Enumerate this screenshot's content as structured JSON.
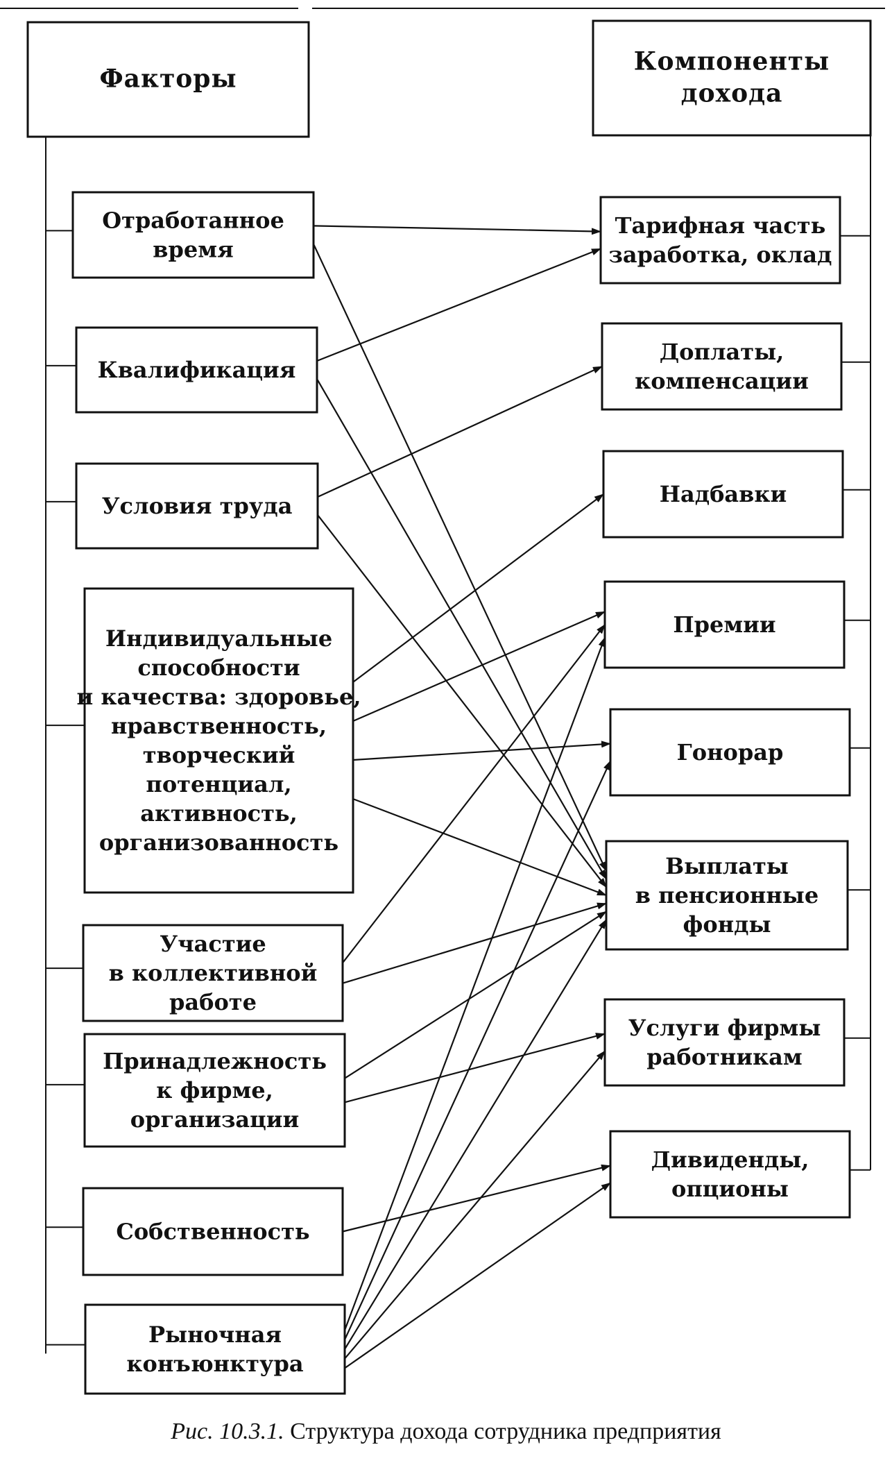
{
  "header_left": [
    "Факторы"
  ],
  "header_right": [
    "Компоненты",
    "дохода"
  ],
  "factors": [
    {
      "id": "f1",
      "lines": [
        "Отработанное",
        "время"
      ]
    },
    {
      "id": "f2",
      "lines": [
        "Квалификация"
      ]
    },
    {
      "id": "f3",
      "lines": [
        "Условия труда"
      ]
    },
    {
      "id": "f4",
      "lines": [
        "Индивидуальные",
        "способности",
        "и качества: здоровье,",
        "нравственность,",
        "творческий",
        "потенциал,",
        "активность,",
        "организованность"
      ]
    },
    {
      "id": "f5",
      "lines": [
        "Участие",
        "в коллективной",
        "работе"
      ]
    },
    {
      "id": "f6",
      "lines": [
        "Принадлежность",
        "к фирме,",
        "организации"
      ]
    },
    {
      "id": "f7",
      "lines": [
        "Собственность"
      ]
    },
    {
      "id": "f8",
      "lines": [
        "Рыночная",
        "конъюнктура"
      ]
    }
  ],
  "components": [
    {
      "id": "c1",
      "lines": [
        "Тарифная часть",
        "заработка, оклад"
      ]
    },
    {
      "id": "c2",
      "lines": [
        "Доплаты,",
        "компенсации"
      ]
    },
    {
      "id": "c3",
      "lines": [
        "Надбавки"
      ]
    },
    {
      "id": "c4",
      "lines": [
        "Премии"
      ]
    },
    {
      "id": "c5",
      "lines": [
        "Гонорар"
      ]
    },
    {
      "id": "c6",
      "lines": [
        "Выплаты",
        "в пенсионные",
        "фонды"
      ]
    },
    {
      "id": "c7",
      "lines": [
        "Услуги фирмы",
        "работникам"
      ]
    },
    {
      "id": "c8",
      "lines": [
        "Дивиденды,",
        "опционы"
      ]
    }
  ],
  "edges": [
    [
      "f1",
      "c1"
    ],
    [
      "f1",
      "c6"
    ],
    [
      "f2",
      "c1"
    ],
    [
      "f2",
      "c6"
    ],
    [
      "f3",
      "c2"
    ],
    [
      "f3",
      "c6"
    ],
    [
      "f4",
      "c3"
    ],
    [
      "f4",
      "c4"
    ],
    [
      "f4",
      "c5"
    ],
    [
      "f4",
      "c6"
    ],
    [
      "f5",
      "c4"
    ],
    [
      "f5",
      "c6"
    ],
    [
      "f6",
      "c6"
    ],
    [
      "f6",
      "c7"
    ],
    [
      "f7",
      "c8"
    ],
    [
      "f8",
      "c4"
    ],
    [
      "f8",
      "c5"
    ],
    [
      "f8",
      "c6"
    ],
    [
      "f8",
      "c7"
    ],
    [
      "f8",
      "c8"
    ]
  ],
  "caption": {
    "lead": "Рис. 10.3.1.",
    "text": " Структура дохода сотрудника предприятия"
  }
}
